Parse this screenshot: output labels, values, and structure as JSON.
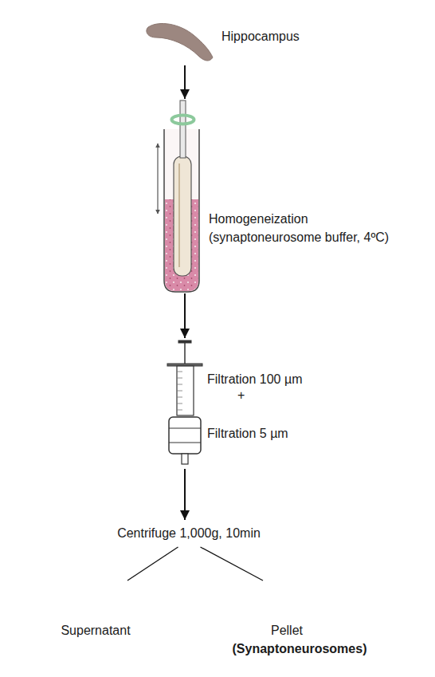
{
  "diagram": {
    "nodes": [
      {
        "text": [
          "Hippocampus"
        ]
      },
      {
        "text": [
          "Homogeneization",
          "(synaptoneurosome buffer, 4ºC)"
        ]
      },
      {
        "text": [
          "Filtration 100 µm",
          "+",
          "Filtration 5 µm"
        ]
      },
      {
        "text": [
          "Centrifuge 1,000g, 10min"
        ]
      },
      {
        "text": [
          "Supernatant"
        ]
      },
      {
        "text": [
          "Pellet",
          "(Synaptoneurosomes)"
        ]
      }
    ],
    "edges": [
      {
        "from": 0,
        "to": 1,
        "arrow": "to"
      },
      {
        "from": 1,
        "to": 2,
        "arrow": "to"
      },
      {
        "from": 2,
        "to": 3,
        "arrow": "to"
      },
      {
        "from": 3,
        "to": 4,
        "arrow": "none"
      },
      {
        "from": 3,
        "to": 5,
        "arrow": "none"
      }
    ]
  }
}
